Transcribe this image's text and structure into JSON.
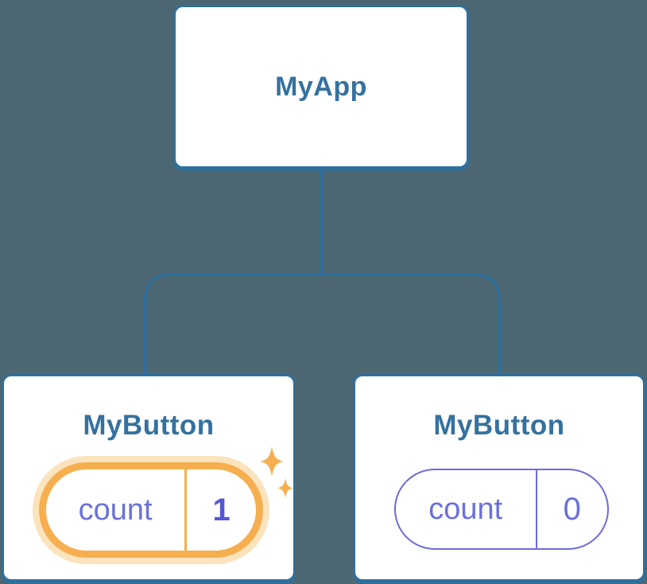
{
  "diagram": {
    "description": "React component tree: MyApp root with two MyButton children holding independent count state",
    "root": {
      "label": "MyApp"
    },
    "children": [
      {
        "label": "MyButton",
        "state": {
          "key": "count",
          "value": "1"
        },
        "highlighted": true
      },
      {
        "label": "MyButton",
        "state": {
          "key": "count",
          "value": "0"
        },
        "highlighted": false
      }
    ]
  },
  "icons": {
    "sparkle": "sparkle-icon (state just updated)"
  },
  "colors": {
    "bg": "#4C6772",
    "card_bg": "#FFFFFF",
    "line_blue": "#2F6F9D",
    "text_blue": "#35719E",
    "orange": "#F6AF4F",
    "orange_glow": "#FBE3BD",
    "indigo": "#6B70DC",
    "indigo_border": "#6B6BDC",
    "indigo_bold": "#5356D2"
  }
}
